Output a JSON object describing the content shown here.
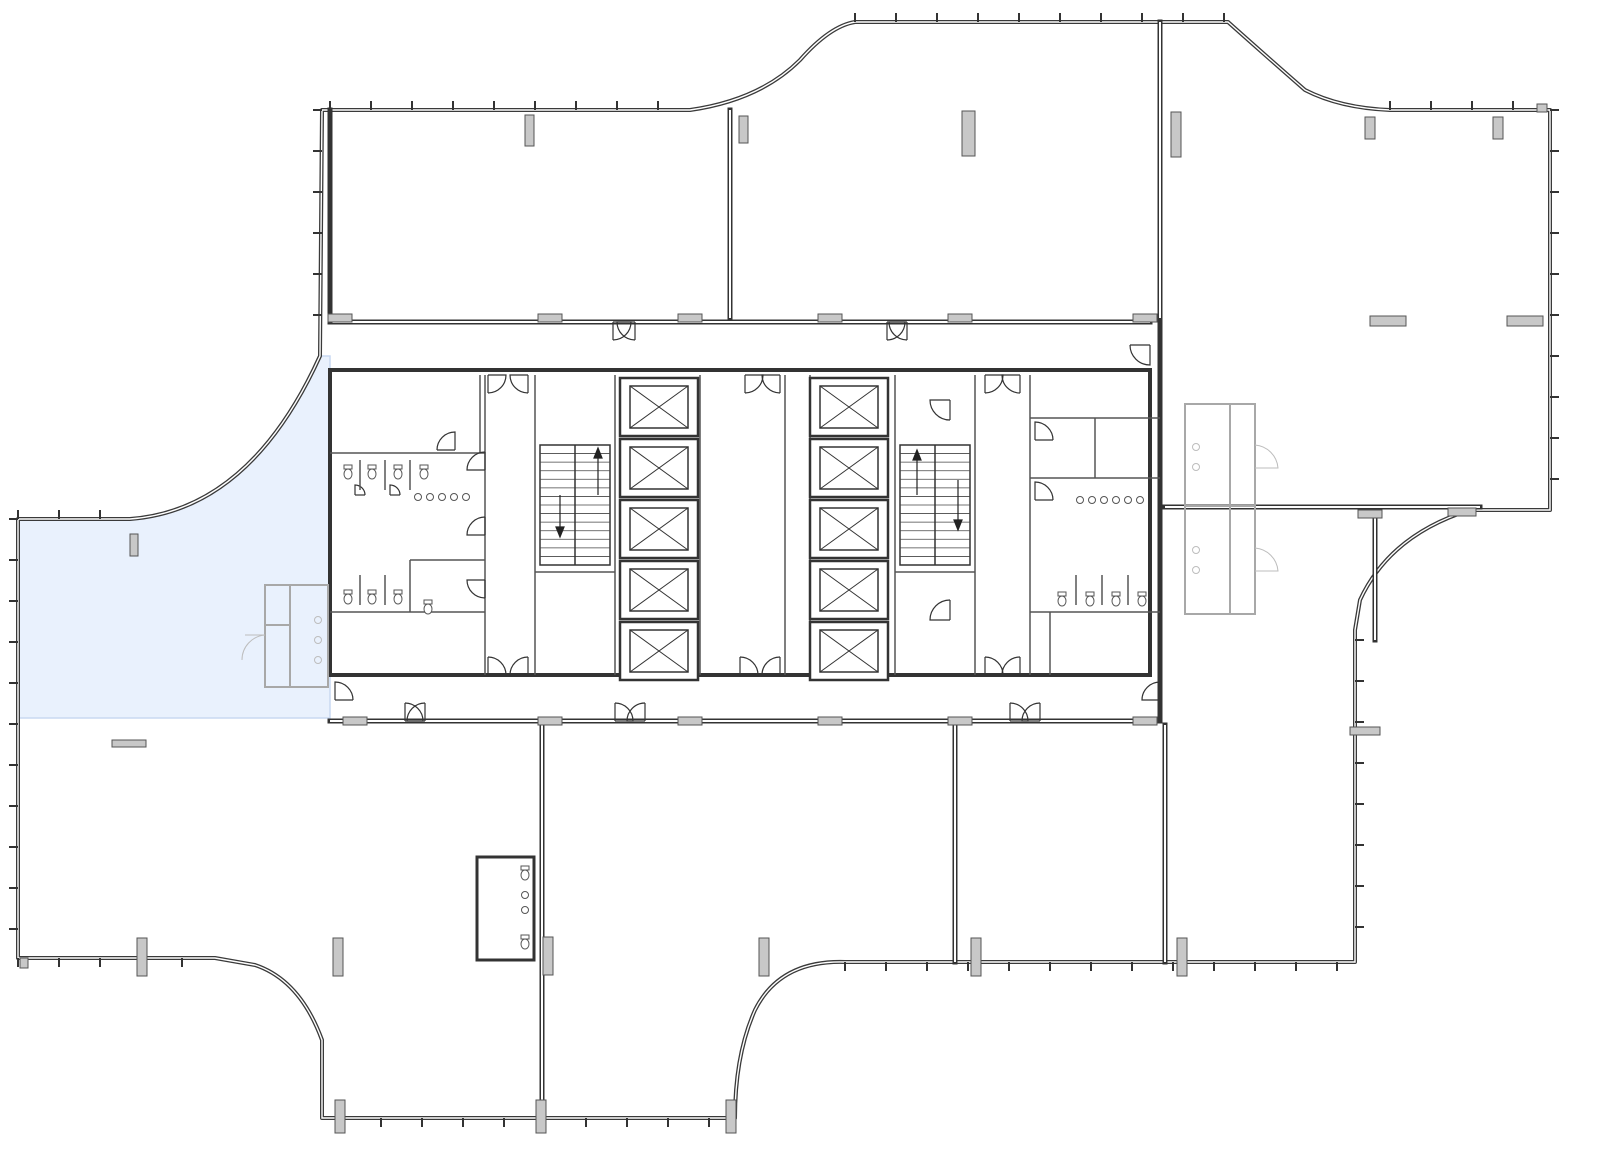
{
  "plan": {
    "colors": {
      "highlight_fill": "#e9f1fd",
      "highlight_edge": "#c9d9f2",
      "wall": "#333333",
      "column": "#c8c8c8",
      "ghost_fixture": "#a8a8a8",
      "background": "#ffffff"
    },
    "core": {
      "elevator_count_left": 5,
      "elevator_count_right": 5,
      "stair_count": 2,
      "restroom_blocks": 2
    },
    "icons": [
      "elevator-icon",
      "stair-icon",
      "door-swing-icon",
      "toilet-icon",
      "sink-icon",
      "column-icon"
    ]
  }
}
